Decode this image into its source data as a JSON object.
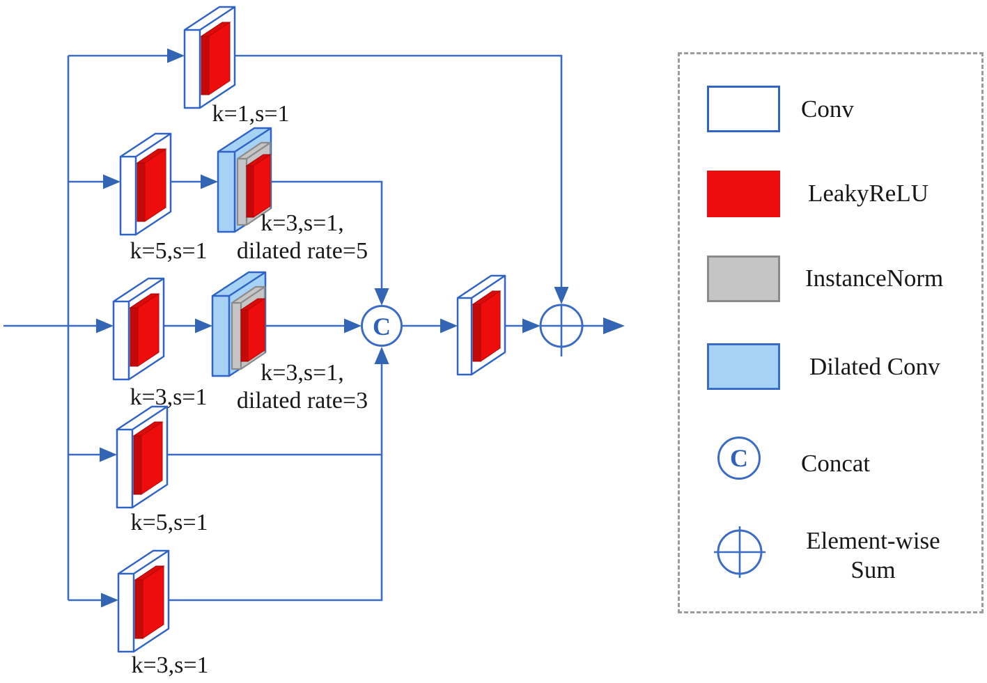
{
  "diagram": {
    "branch1": {
      "conv_label": "k=1,s=1"
    },
    "branch2": {
      "conv_label": "k=5,s=1",
      "dilated_label_line1": "k=3,s=1,",
      "dilated_label_line2": "dilated rate=5"
    },
    "branch3": {
      "conv_label": "k=3,s=1",
      "dilated_label_line1": "k=3,s=1,",
      "dilated_label_line2": "dilated rate=3"
    },
    "branch4": {
      "conv_label": "k=5,s=1"
    },
    "branch5": {
      "conv_label": "k=3,s=1"
    },
    "concat_symbol": "C"
  },
  "legend": {
    "conv_label": "Conv",
    "leakyrelu_label": "LeakyReLU",
    "instancenorm_label": "InstanceNorm",
    "dilatedconv_label": "Dilated Conv",
    "concat_label": "Concat",
    "concat_symbol": "C",
    "sum_label_line1": "Element-wise",
    "sum_label_line2": "Sum"
  },
  "colors": {
    "line_blue": "#3a6cc6",
    "block_border_blue": "#2f63c6",
    "leakyrelu_red": "#ee0d0d",
    "instancenorm_gray": "#c5c5c5",
    "dilated_blue": "#a6d2f6",
    "text_black": "#171717",
    "legend_border_gray": "#9b9b9b"
  }
}
